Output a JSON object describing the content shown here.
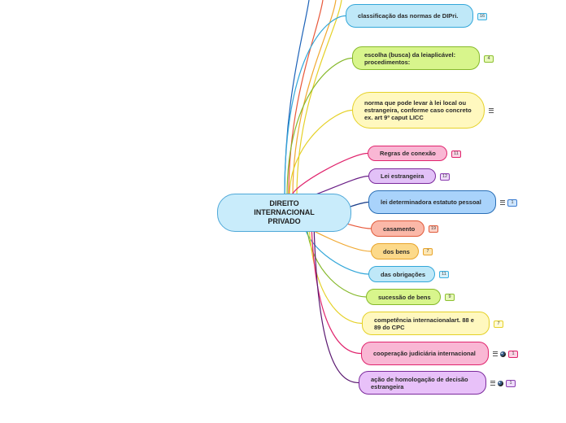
{
  "central": {
    "label": "DIREITO\nINTERNACIONAL\nPRIVADO"
  },
  "branches": [
    {
      "label": "classificação das normas de DIPri.",
      "badge": "16",
      "color": "#bfe8f8",
      "border": "#33a7d9",
      "line": "#33a7d9",
      "badge_bg": "#d7f1fb",
      "badge_border": "#3db0e0"
    },
    {
      "label": "escolha (busca) da leiaplicável: procedimentos:",
      "badge": "4",
      "color": "#d8f58c",
      "border": "#86b92b",
      "line": "#86b92b",
      "badge_bg": "#e7f9b8",
      "badge_border": "#8cc02f"
    },
    {
      "label": "norma que pode levar à lei local ou estrangeira, conforme caso concreto ex. art 9º caput LICC",
      "has_note": true,
      "color": "#fff8bf",
      "border": "#e5d128",
      "line": "#e5d128"
    },
    {
      "label": "Regras de conexão",
      "badge": "11",
      "color": "#f9b7d4",
      "border": "#e0246d",
      "line": "#e0246d",
      "badge_bg": "#fbd3e4",
      "badge_border": "#e0246d"
    },
    {
      "label": "Lei estrangeira",
      "badge": "12",
      "color": "#e2c1f7",
      "border": "#7b2a9c",
      "line": "#6a1f86",
      "badge_bg": "#efdbfb",
      "badge_border": "#8a3db0"
    },
    {
      "label": "lei determinadora estatuto pessoal",
      "badge": "1",
      "has_note": true,
      "color": "#a9d3fb",
      "border": "#2a6fb6",
      "line": "#1c3f8a",
      "badge_bg": "#cfe6fd",
      "badge_border": "#3a7bd0"
    },
    {
      "label": "casamento",
      "badge": "19",
      "color": "#fbb8a8",
      "border": "#e05a3a",
      "line": "#e8583a",
      "badge_bg": "#fdd3c8",
      "badge_border": "#e05a3a"
    },
    {
      "label": "dos bens",
      "badge": "7",
      "color": "#fcd98a",
      "border": "#e8a42a",
      "line": "#f0a830",
      "badge_bg": "#fde7b4",
      "badge_border": "#e8a42a"
    },
    {
      "label": "das obrigações",
      "badge": "11",
      "color": "#bfe8f8",
      "border": "#33a7d9",
      "line": "#33a7d9",
      "badge_bg": "#d7f1fb",
      "badge_border": "#3db0e0"
    },
    {
      "label": "sucessão de bens",
      "badge": "9",
      "color": "#d8f58c",
      "border": "#86b92b",
      "line": "#86b92b",
      "badge_bg": "#e7f9b8",
      "badge_border": "#8cc02f"
    },
    {
      "label": "competência internacionalart. 88 e 89 do CPC",
      "badge": "7",
      "color": "#fff8bf",
      "border": "#e5d128",
      "line": "#e5d128",
      "badge_bg": "#fffbd6",
      "badge_border": "#e5d128"
    },
    {
      "label": "cooperação judiciária internacional",
      "badge": "1",
      "has_note": true,
      "has_globe": true,
      "color": "#f9b7d4",
      "border": "#e0246d",
      "line": "#e0246d",
      "badge_bg": "#fbd3e4",
      "badge_border": "#e0246d"
    },
    {
      "label": "ação de homologação de decisão estrangeira",
      "badge": "1",
      "has_note": true,
      "has_globe": true,
      "color": "#e8c1f9",
      "border": "#7b2a9c",
      "line": "#5a1870",
      "badge_bg": "#efdbfb",
      "badge_border": "#8a3db0"
    }
  ],
  "offscreen_lines": [
    {
      "color": "#1c62b8"
    },
    {
      "color": "#e8583a"
    },
    {
      "color": "#f0a830"
    },
    {
      "color": "#e5d128"
    }
  ]
}
